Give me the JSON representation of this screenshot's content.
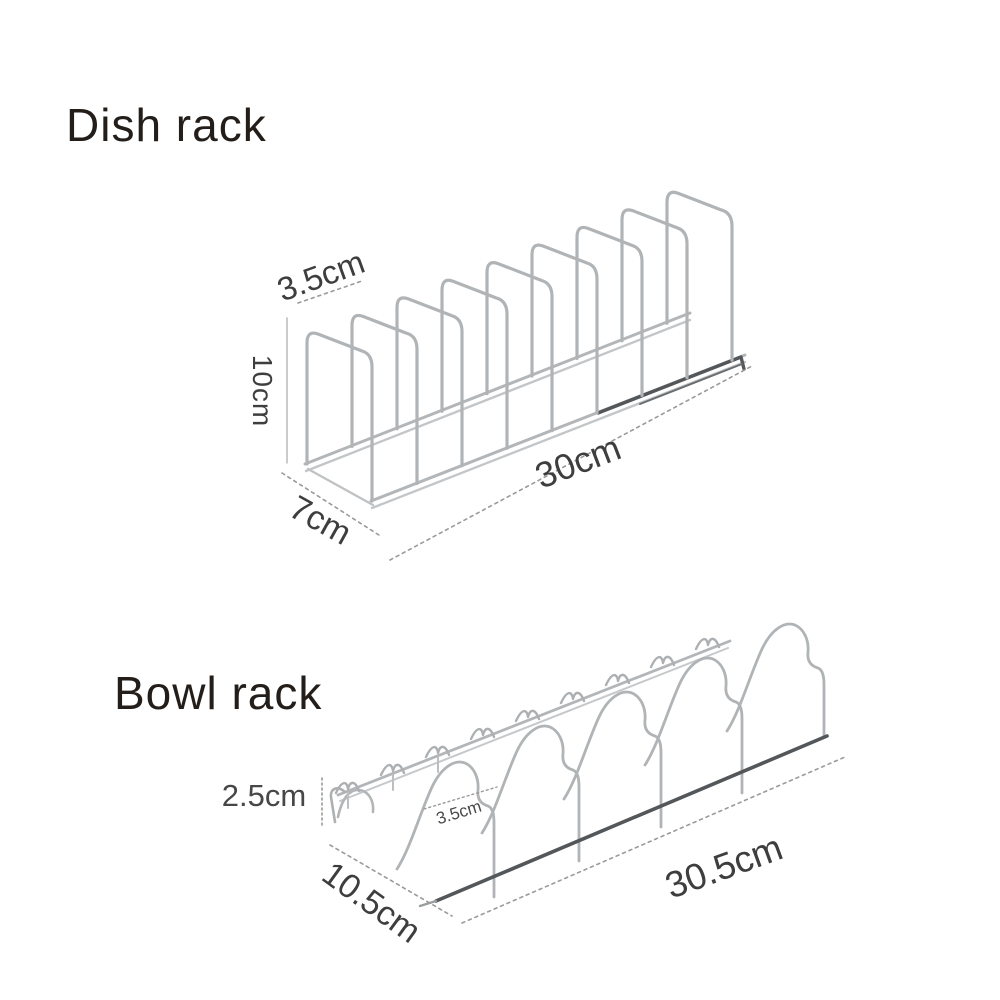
{
  "page": {
    "background": "#ffffff",
    "type": "product-dimension-diagram"
  },
  "dish_rack": {
    "title": "Dish rack",
    "divider_count": 9,
    "dimensions": {
      "slot_spacing": "3.5cm",
      "height": "10cm",
      "depth": "7cm",
      "length": "30cm"
    }
  },
  "bowl_rack": {
    "title": "Bowl rack",
    "dimensions": {
      "height": "2.5cm",
      "depth": "10.5cm",
      "slot_spacing": "3.5cm",
      "length": "30.5cm"
    }
  },
  "colors": {
    "wire": "#b3b6b8",
    "wire_shadow": "#8e9193",
    "dark_rail": "#54575a",
    "dashed_line": "#9a9a9a",
    "dimension_text": "#3e3e3e",
    "title_text": "#241e1a"
  }
}
